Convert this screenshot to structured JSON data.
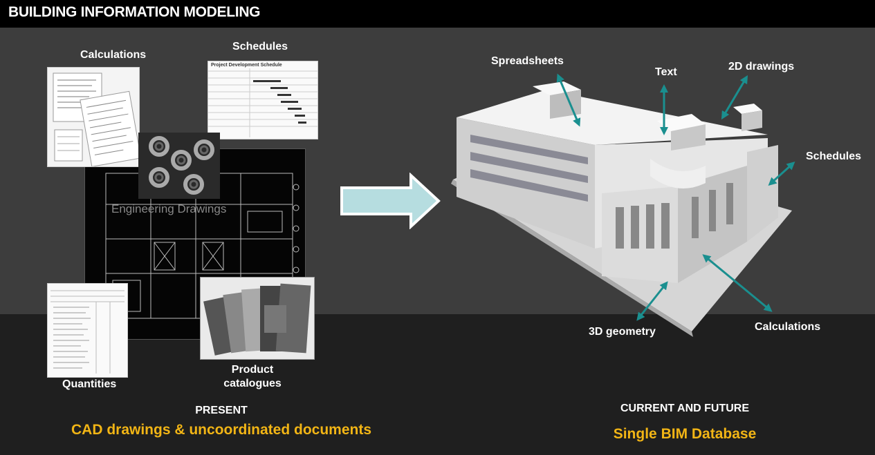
{
  "title": "BUILDING INFORMATION MODELING",
  "left": {
    "labels": {
      "calculations": "Calculations",
      "schedules": "Schedules",
      "quantities": "Quantities",
      "product_catalogues_line1": "Product",
      "product_catalogues_line2": "catalogues",
      "schedule_doc_title": "Project Development Schedule"
    },
    "caption": "PRESENT",
    "headline": "CAD drawings & uncoordinated documents"
  },
  "right": {
    "labels": {
      "spreadsheets": "Spreadsheets",
      "text": "Text",
      "drawings_2d": "2D drawings",
      "schedules": "Schedules",
      "geometry_3d": "3D geometry",
      "calculations": "Calculations"
    },
    "caption": "CURRENT AND FUTURE",
    "headline": "Single BIM Database"
  },
  "colors": {
    "accent_gold": "#f2b515",
    "arrow_teal": "#1a8f8f",
    "arrow_fill": "#b6dde0"
  }
}
